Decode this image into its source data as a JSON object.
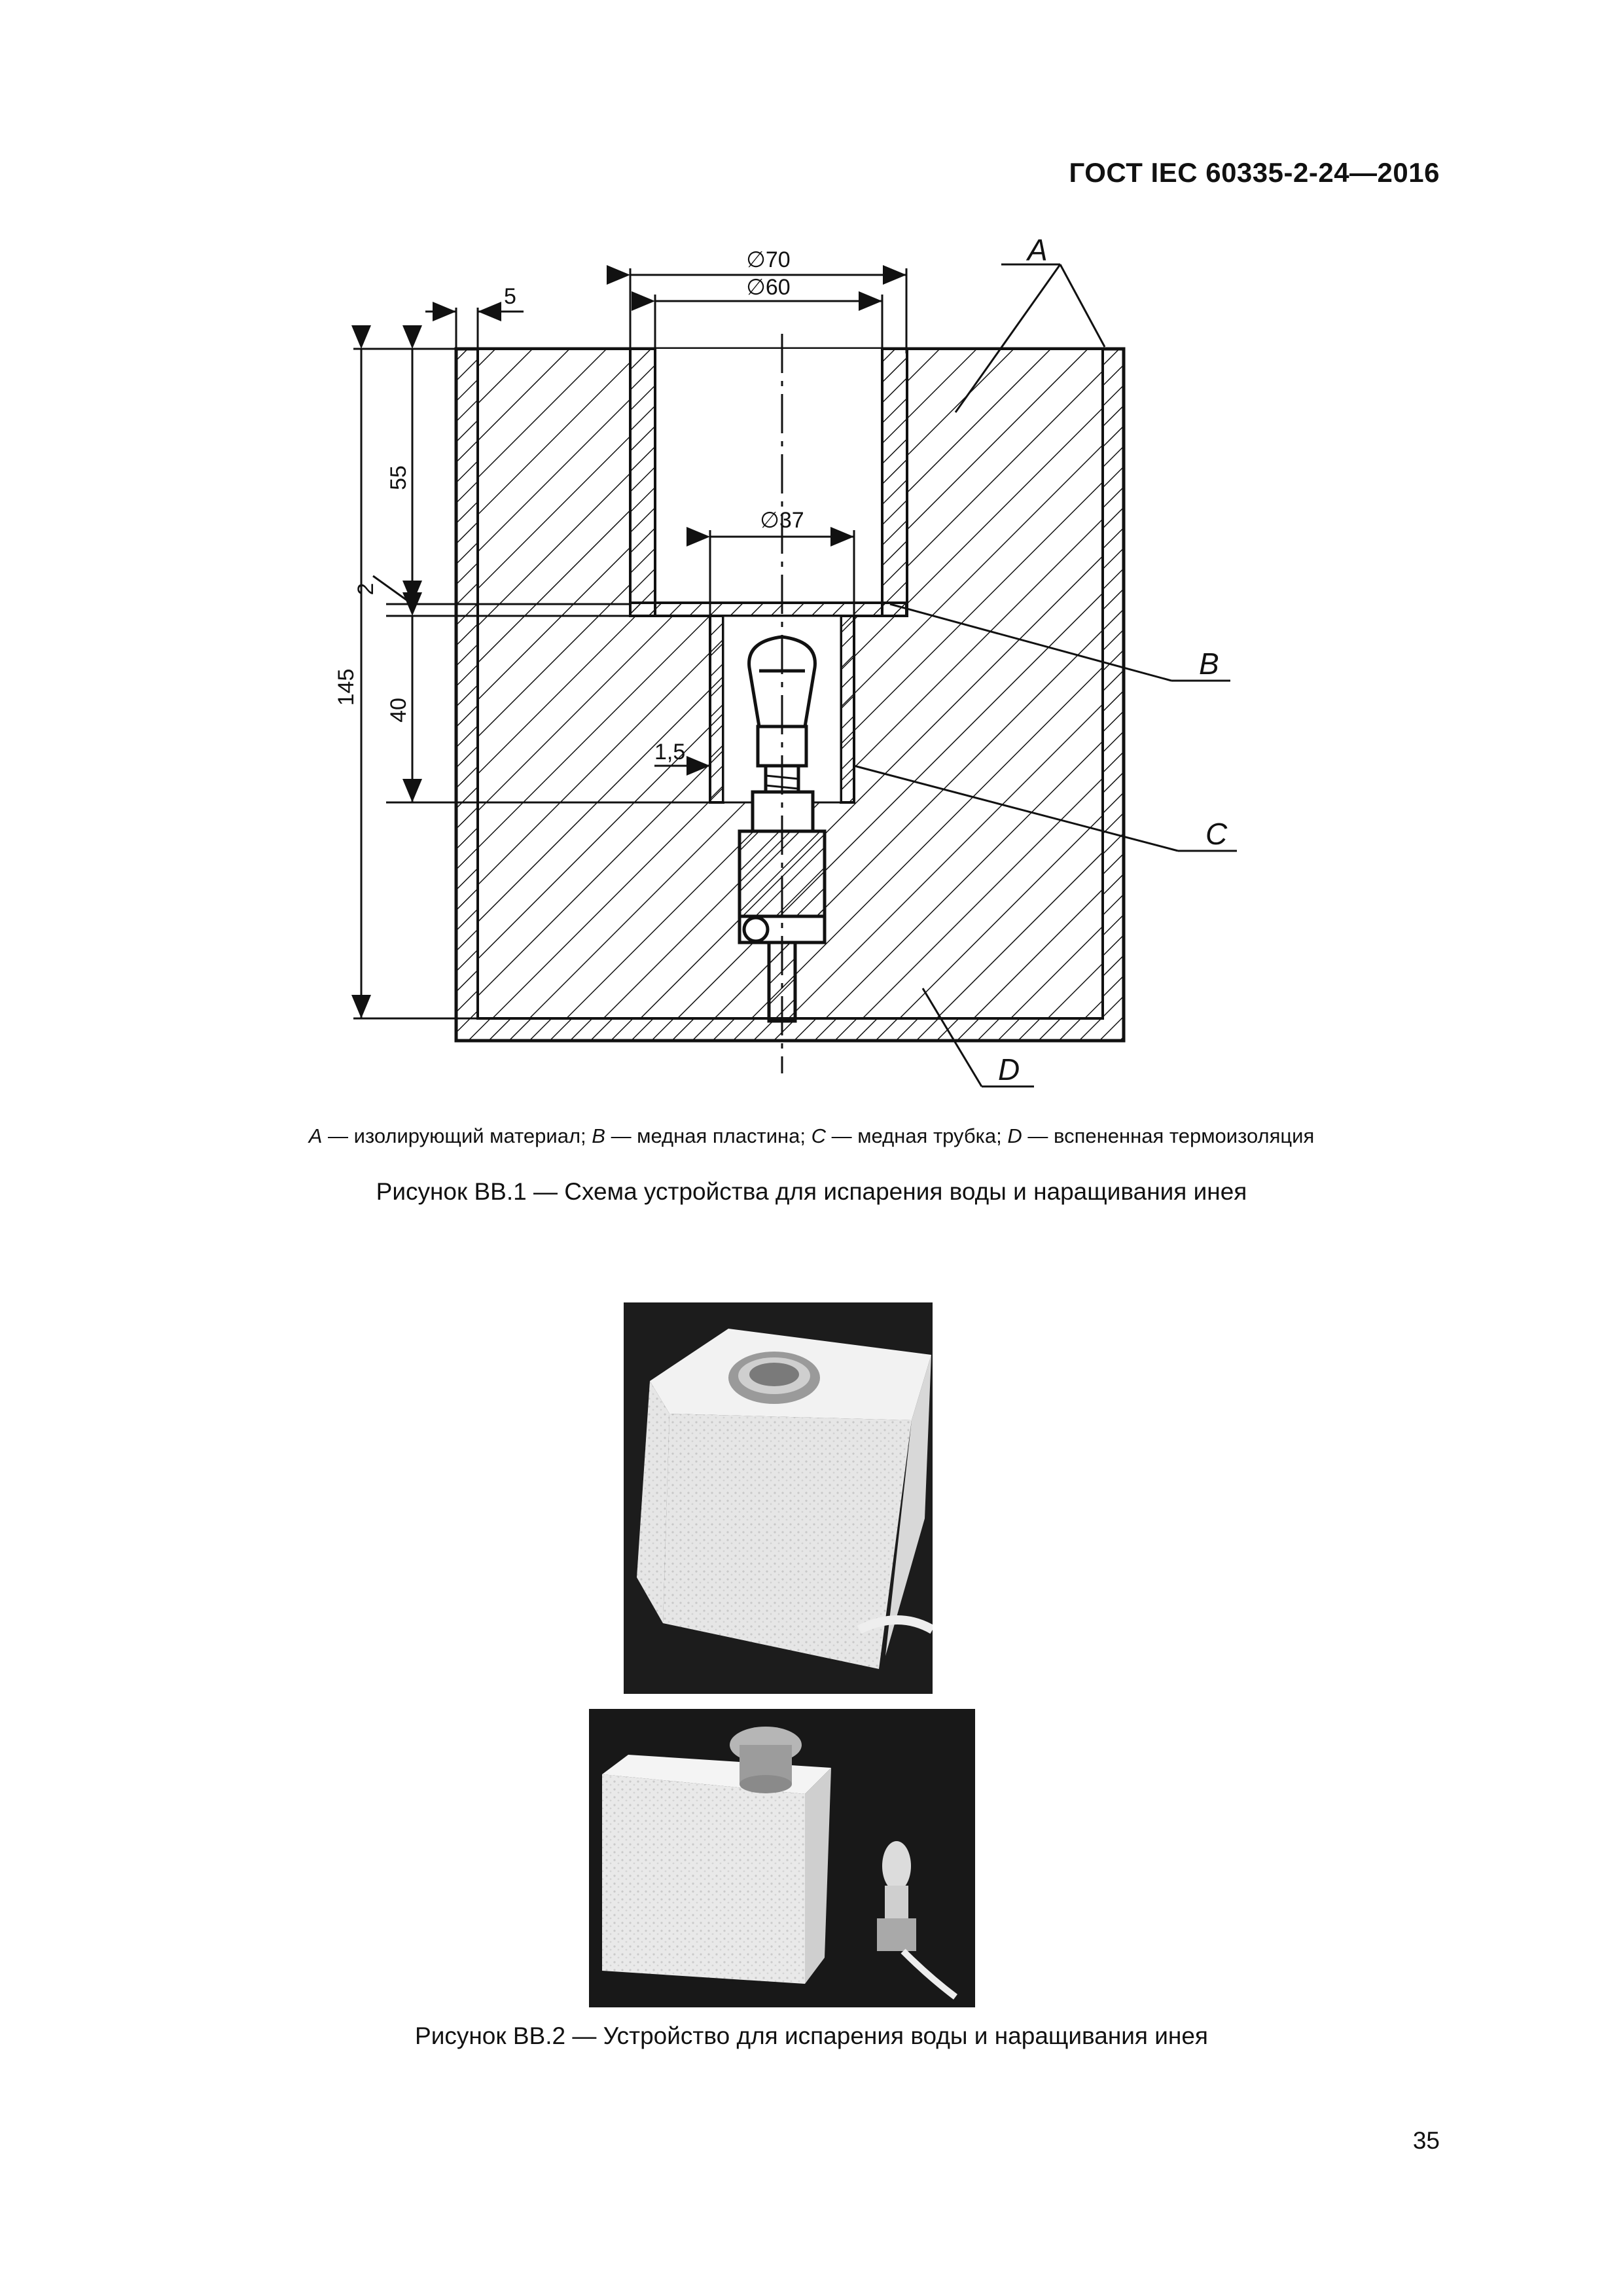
{
  "header": {
    "standard": "ГОСТ IEC 60335-2-24—2016"
  },
  "figure1": {
    "dimensions": {
      "d70": "∅70",
      "d60": "∅60",
      "d37": "∅37",
      "w5": "5",
      "h55": "55",
      "h2": "2",
      "h145": "145",
      "h40": "40",
      "t15": "1,5"
    },
    "callouts": {
      "a": "A",
      "b": "B",
      "c": "C",
      "d": "D"
    },
    "legend": {
      "a_key": "A",
      "a_text": " — изолирующий материал; ",
      "b_key": "B",
      "b_text": " — медная пластина; ",
      "c_key": "C",
      "c_text": " — медная трубка; ",
      "d_key": "D",
      "d_text": " — вспененная термоизоляция"
    },
    "caption": "Рисунок ВВ.1 — Схема устройства для испарения воды и наращивания инея"
  },
  "figure2": {
    "caption": "Рисунок ВВ.2 — Устройство для испарения воды и наращивания инея"
  },
  "footer": {
    "page_number": "35"
  }
}
